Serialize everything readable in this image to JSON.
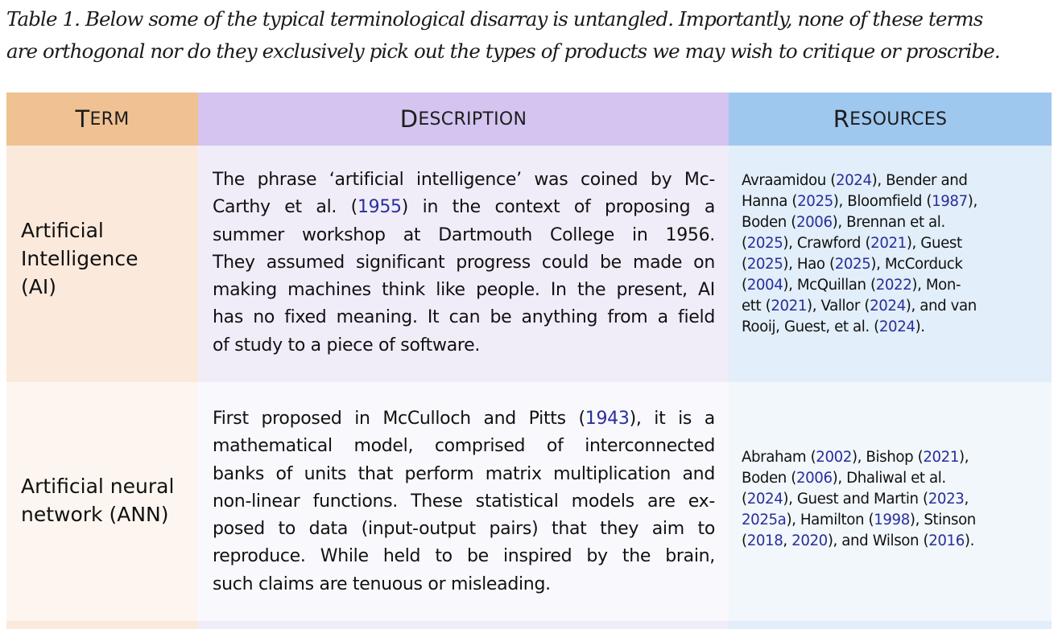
{
  "caption": {
    "line1": "Table 1. Below some of the typical terminological disarray is untangled. Importantly, none of these terms",
    "line2": "are orthogonal nor do they exclusively pick out the types of products we may wish to critique or proscribe."
  },
  "header": {
    "term": {
      "cap": "T",
      "rest": "ERM"
    },
    "description": {
      "cap": "D",
      "rest": "ESCRIPTION"
    },
    "resources": {
      "cap": "R",
      "rest": "ESOURCES"
    }
  },
  "rows": [
    {
      "term": [
        "Artificial",
        "Intelligence",
        "(AI)"
      ],
      "description": {
        "l1": "The phrase ‘artificial intelligence’ was coined by Mc-",
        "l2a": "Carthy et al. (",
        "l2cite": "1955",
        "l2b": ") in the context of proposing a",
        "l3": "summer workshop at Dartmouth College in 1956.",
        "l4": "They assumed significant progress could be made on",
        "l5": "making machines think like people. In the present, AI",
        "l6": "has no fixed meaning. It can be anything from a field",
        "l7": "of study to a piece of software."
      },
      "resources": {
        "l1": [
          "Avraamidou (",
          "2024",
          "), Bender and"
        ],
        "l2": [
          "Hanna (",
          "2025",
          "), Bloomfield (",
          "1987",
          "),"
        ],
        "l3": [
          "Boden (",
          "2006",
          "), Brennan et al."
        ],
        "l4": [
          "(",
          "2025",
          "), Crawford (",
          "2021",
          "), Guest"
        ],
        "l5": [
          "(",
          "2025",
          "), Hao (",
          "2025",
          "), McCorduck"
        ],
        "l6": [
          "(",
          "2004",
          "), McQuillan (",
          "2022",
          "), Mon-"
        ],
        "l7": [
          "ett (",
          "2021",
          "), Vallor (",
          "2024",
          "), and van"
        ],
        "l8": [
          "Rooij, Guest, et al. (",
          "2024",
          ")."
        ]
      }
    },
    {
      "term": [
        "Artificial neural",
        "network (ANN)"
      ],
      "description": {
        "l1a": "First proposed in McCulloch and Pitts (",
        "l1cite": "1943",
        "l1b": "), it is a",
        "l2": "mathematical model, comprised of interconnected",
        "l3": "banks of units that perform matrix multiplication and",
        "l4": "non-linear functions. These statistical models are ex-",
        "l5": "posed to data (input-output pairs) that they aim to",
        "l6": "reproduce. While held to be inspired by the brain,",
        "l7": "such claims are tenuous or misleading."
      },
      "resources": {
        "l1": [
          "Abraham (",
          "2002",
          "), Bishop (",
          "2021",
          "),"
        ],
        "l2": [
          "Boden (",
          "2006",
          "), Dhaliwal et al."
        ],
        "l3": [
          "(",
          "2024",
          "), Guest and Martin (",
          "2023",
          ","
        ],
        "l4": [
          "",
          "2025a",
          "), Hamilton (",
          "1998",
          "), Stinson"
        ],
        "l5": [
          "(",
          "2018",
          ", ",
          "2020",
          "), and Wilson (",
          "2016",
          ")."
        ]
      }
    }
  ],
  "colors": {
    "header_term": "#efc193",
    "header_description": "#d4c4ef",
    "header_resources": "#9fc8ef",
    "citation_link": "#2a2f9c"
  }
}
